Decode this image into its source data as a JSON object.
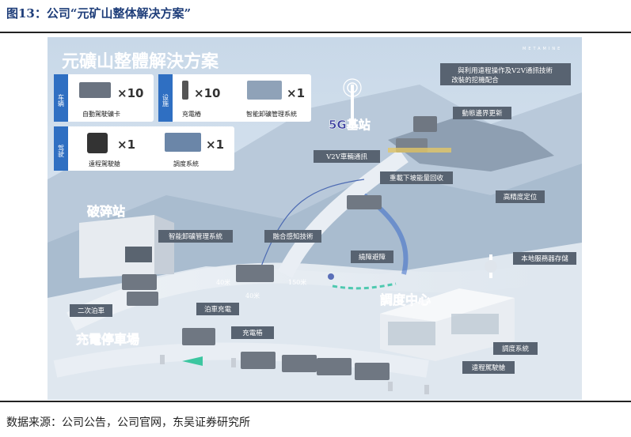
{
  "figure": {
    "caption": "图13：公司“元矿山整体解决方案”",
    "source": "数据来源：公司公告，公司官网，东吴证券研究所"
  },
  "scene": {
    "title": "元礦山整體解決方案",
    "brand": "METAMINE",
    "legend": {
      "section1": "车辆",
      "section2": "设施",
      "section3": "驾驶",
      "items": [
        {
          "name": "自動駕駛礦卡",
          "count": "×10"
        },
        {
          "name": "充電樁",
          "count": "×10"
        },
        {
          "name": "智能卸礦管理系統",
          "count": "×1"
        },
        {
          "name": "遠程駕駛艙",
          "count": "×1"
        },
        {
          "name": "調度系統",
          "count": "×1"
        }
      ]
    },
    "zones": {
      "base_station": "5G基站",
      "crusher": "破碎站",
      "control_center": "調度中心",
      "charging_lot": "充電停車場"
    },
    "callouts": {
      "remote_excavator": "與利用遠程操作及V2V通訊技術",
      "remote_excavator_2": "改裝的挖機配合",
      "dynamic_boundary": "動態邊界更新",
      "v2v": "V2V車輛通訊",
      "regen": "重載下坡能量回收",
      "hd_positioning": "高精度定位",
      "unload_mgmt": "智能卸礦管理系統",
      "fusion": "融合感知技術",
      "obstacle": "繞障避障",
      "local_server": "本地服務器存儲",
      "secondary_parking": "二次泊車",
      "park_charge": "泊車充電",
      "charger": "充電樁",
      "dispatch": "調度系統",
      "remote_cockpit": "遠程駕駛艙"
    },
    "distances": {
      "d1": "40米",
      "d2": "40米",
      "d3": "150米"
    }
  }
}
